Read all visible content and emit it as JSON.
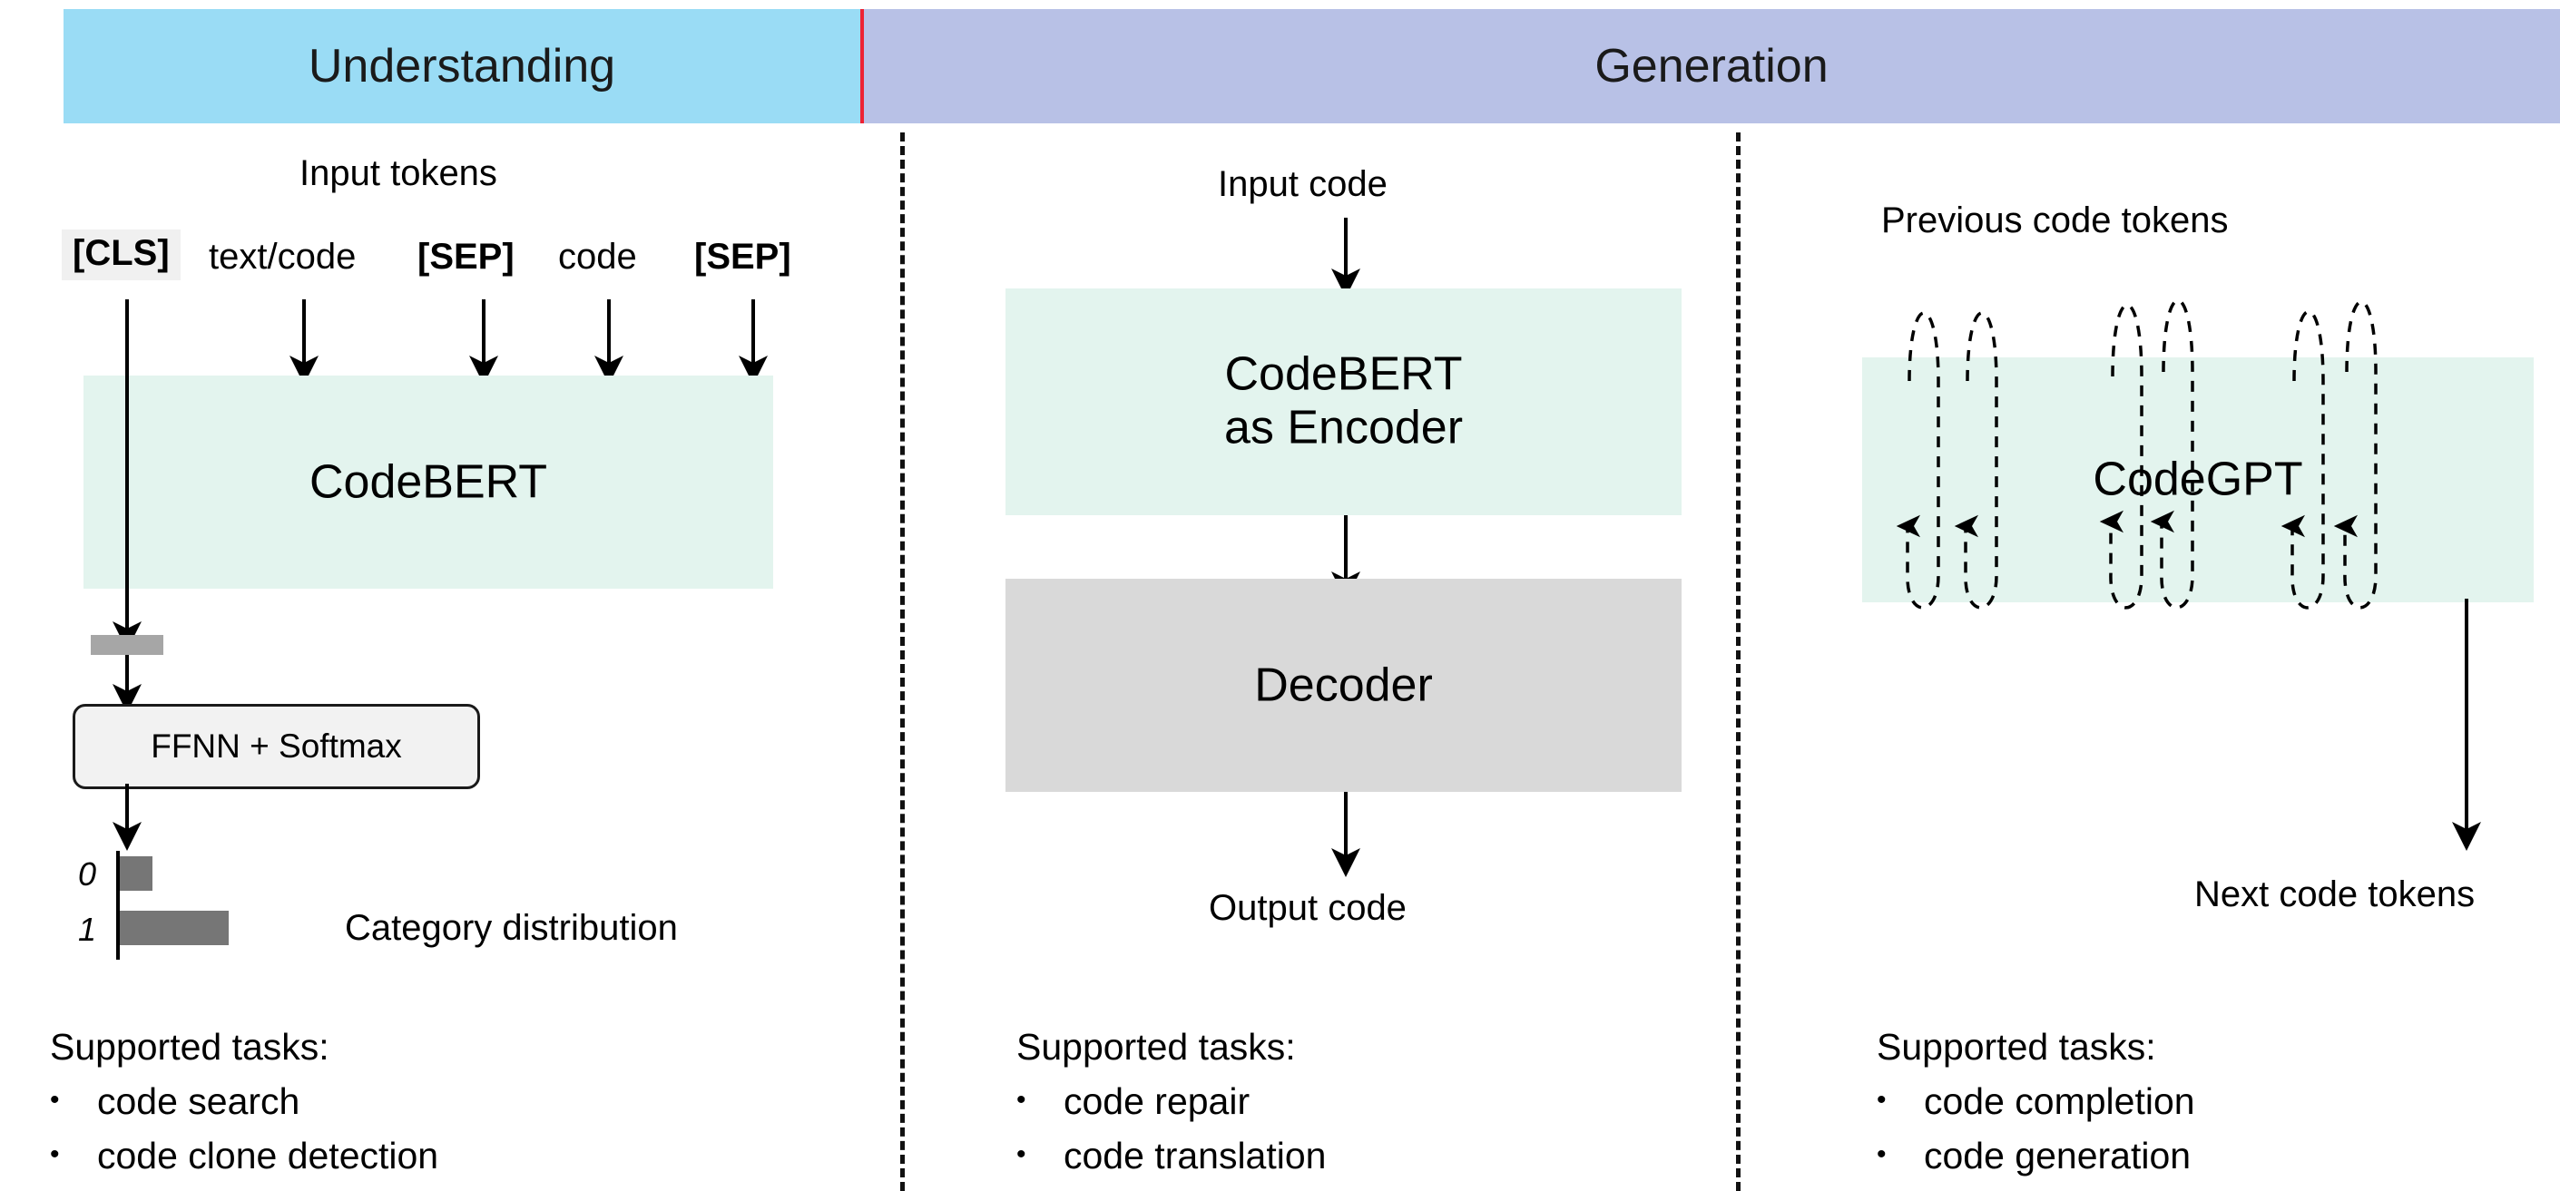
{
  "header": {
    "understanding": "Understanding",
    "generation": "Generation",
    "accent_understanding": "#9adcf5",
    "accent_generation": "#b8c1e6",
    "accent_divider_red": "#ee2233"
  },
  "left": {
    "input_caption": "Input tokens",
    "tokens": [
      {
        "text": "[CLS]",
        "style": "bold-chip"
      },
      {
        "text": "text/code",
        "style": "regular"
      },
      {
        "text": "[SEP]",
        "style": "bold"
      },
      {
        "text": "code",
        "style": "regular"
      },
      {
        "text": "[SEP]",
        "style": "bold"
      }
    ],
    "model_box": "CodeBERT",
    "model_box_color": "#e3f4ee",
    "vector_color": "#a6a6a6",
    "head_box": "FFNN + Softmax",
    "distribution_caption": "Category distribution",
    "tasks_title": "Supported tasks:",
    "tasks": [
      "code search",
      "code clone detection"
    ],
    "bullet": "•"
  },
  "middle": {
    "input_caption": "Input code",
    "encoder_box_line1": "CodeBERT",
    "encoder_box_line2": "as Encoder",
    "encoder_box_color": "#e3f4ee",
    "decoder_box": "Decoder",
    "decoder_box_color": "#d9d9d9",
    "output_caption": "Output code",
    "tasks_title": "Supported tasks:",
    "tasks": [
      "code repair",
      "code translation"
    ],
    "bullet": "•"
  },
  "right": {
    "input_caption": "Previous code tokens",
    "model_box": "CodeGPT",
    "model_box_color": "#e3f4ee",
    "output_caption": "Next code tokens",
    "tasks_title": "Supported tasks:",
    "tasks": [
      "code completion",
      "code generation"
    ],
    "bullet": "•"
  },
  "chart_data": {
    "type": "bar",
    "title": "Category distribution",
    "orientation": "horizontal",
    "categories": [
      "0",
      "1"
    ],
    "values": [
      0.3,
      1.0
    ],
    "bar_color": "#767676",
    "grid": false,
    "xlabel": "",
    "ylabel": ""
  }
}
